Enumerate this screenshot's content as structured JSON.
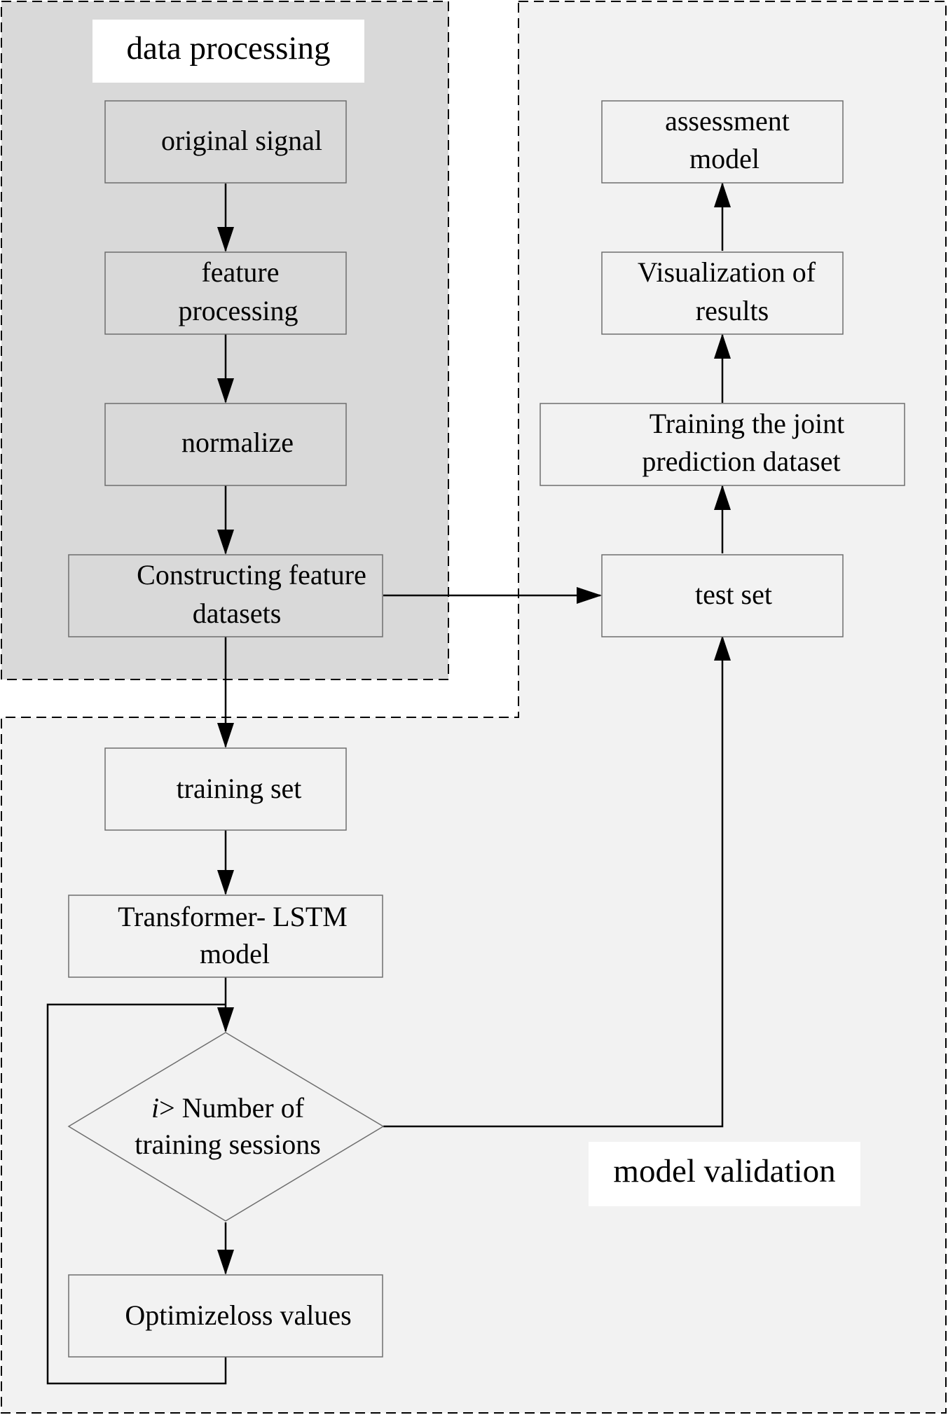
{
  "regions": {
    "data_processing": "data processing",
    "model_validation": "model validation"
  },
  "boxes": {
    "original_signal": [
      "original signal"
    ],
    "feature_processing": [
      "feature",
      "processing"
    ],
    "normalize": [
      "normalize"
    ],
    "constructing": [
      "Constructing feature",
      "datasets"
    ],
    "training_set": [
      "training set"
    ],
    "transformer": [
      "Transformer- LSTM",
      "model"
    ],
    "optimize": [
      "Optimizeloss values"
    ],
    "test_set": [
      "test set"
    ],
    "training_joint": [
      "Training the joint",
      "prediction dataset"
    ],
    "visualization": [
      "Visualization of",
      "results"
    ],
    "assessment": [
      "assessment",
      "model"
    ]
  },
  "decision": {
    "italic": "i",
    "line1": "> Number of",
    "line2": "training sessions"
  },
  "colors": {
    "processing_fill": "#d9d9d9",
    "validation_fill": "#f2f2f2",
    "label_bg": "#ffffff",
    "line": "#000000"
  }
}
